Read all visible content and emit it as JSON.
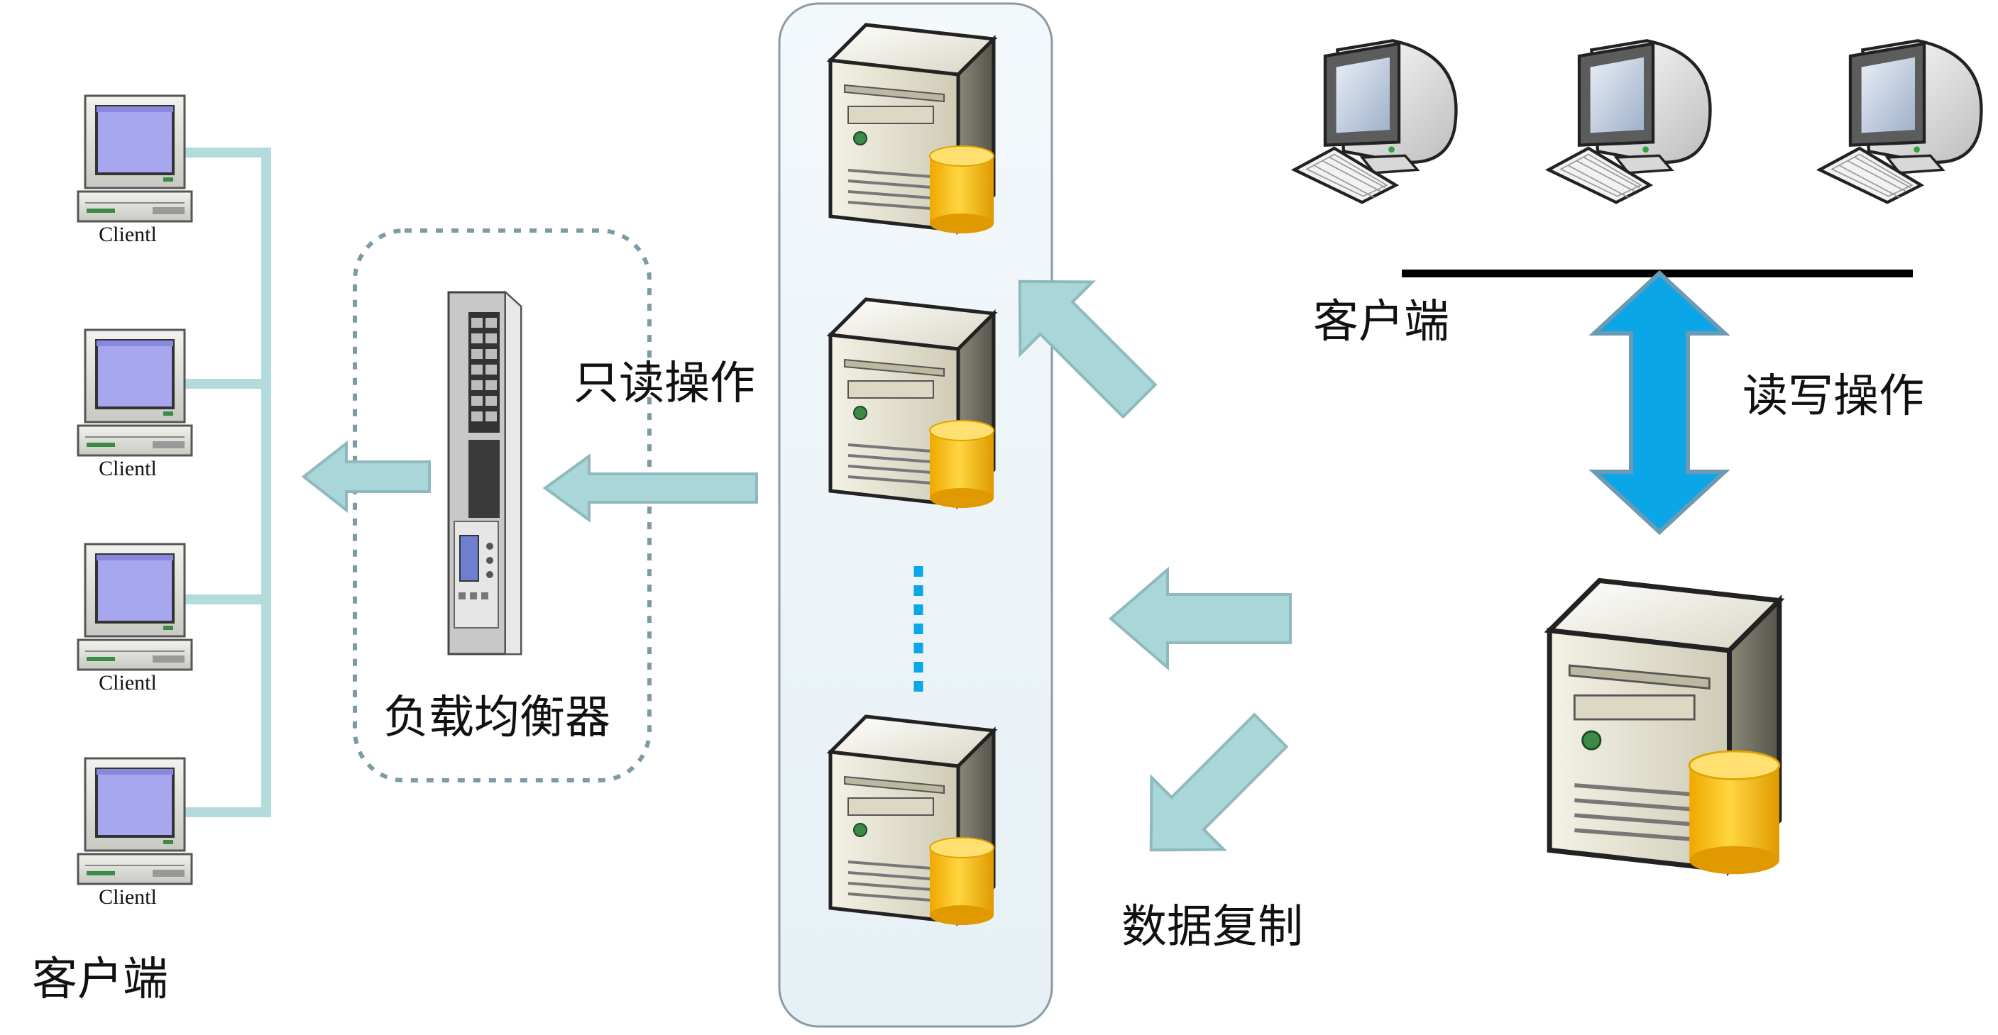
{
  "colors": {
    "connector": "#b3dbdb",
    "arrow_fill": "#a9d6d9",
    "arrow_stroke": "#8fb9bd",
    "double_arrow": "#0aa6e8",
    "double_arrow_stroke": "#6b9ab5",
    "lb_box_border": "#7f9aa4",
    "slave_panel_fill": "#eef5f8",
    "slave_panel_stroke": "#8a9aa4",
    "ellipsis_dots": "#0aa6e8",
    "db_cylinder": "#f6c21a",
    "monitor_screen": "#a7a7f0"
  },
  "left_clients": {
    "items": [
      {
        "label": "Clientl",
        "icon": "computer-icon"
      },
      {
        "label": "Clientl",
        "icon": "computer-icon"
      },
      {
        "label": "Clientl",
        "icon": "computer-icon"
      },
      {
        "label": "Clientl",
        "icon": "computer-icon"
      }
    ],
    "group_label": "客户端"
  },
  "load_balancer": {
    "label": "负载均衡器",
    "icon": "network-switch-icon"
  },
  "edges": {
    "readonly_label": "只读操作",
    "replication_label": "数据复制",
    "readwrite_label": "读写操作"
  },
  "slave_servers": {
    "icon": "database-server-icon",
    "ellipsis": "vertical-dots"
  },
  "right_clients": {
    "items": [
      {
        "icon": "desktop-computer-icon"
      },
      {
        "icon": "desktop-computer-icon"
      },
      {
        "icon": "desktop-computer-icon"
      }
    ],
    "group_label": "客户端"
  },
  "master_server": {
    "icon": "database-server-icon"
  }
}
